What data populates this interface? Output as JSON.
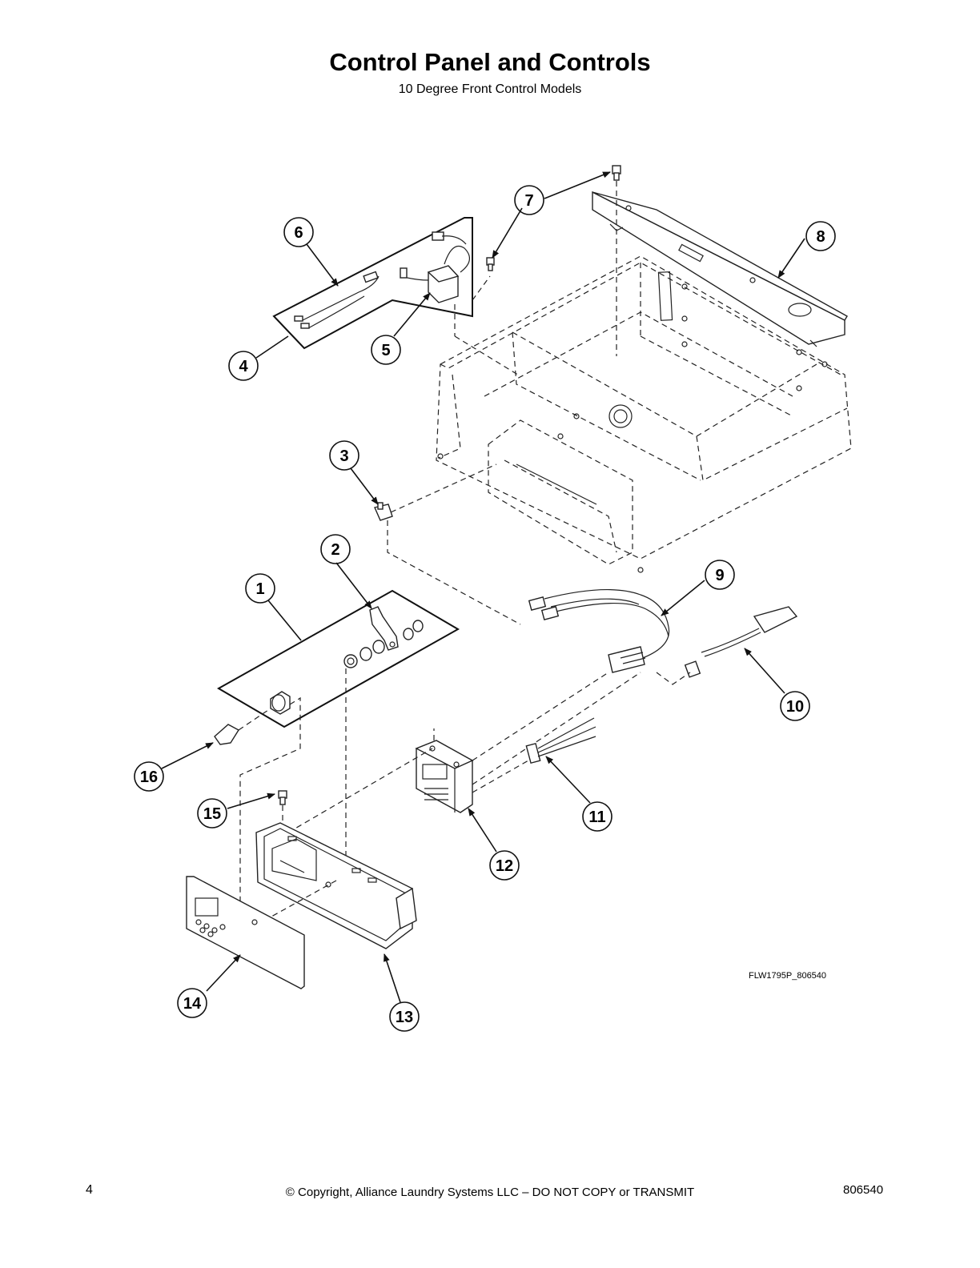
{
  "header": {
    "title": "Control Panel and Controls",
    "subtitle": "10 Degree Front Control Models"
  },
  "callouts": [
    "1",
    "2",
    "3",
    "4",
    "5",
    "6",
    "7",
    "8",
    "9",
    "10",
    "11",
    "12",
    "13",
    "14",
    "15",
    "16"
  ],
  "figure_ref": "FLW1795P_806540",
  "footer": {
    "page_number": "4",
    "copyright": "© Copyright, Alliance Laundry Systems LLC – DO NOT COPY or TRANSMIT",
    "doc_number": "806540"
  }
}
